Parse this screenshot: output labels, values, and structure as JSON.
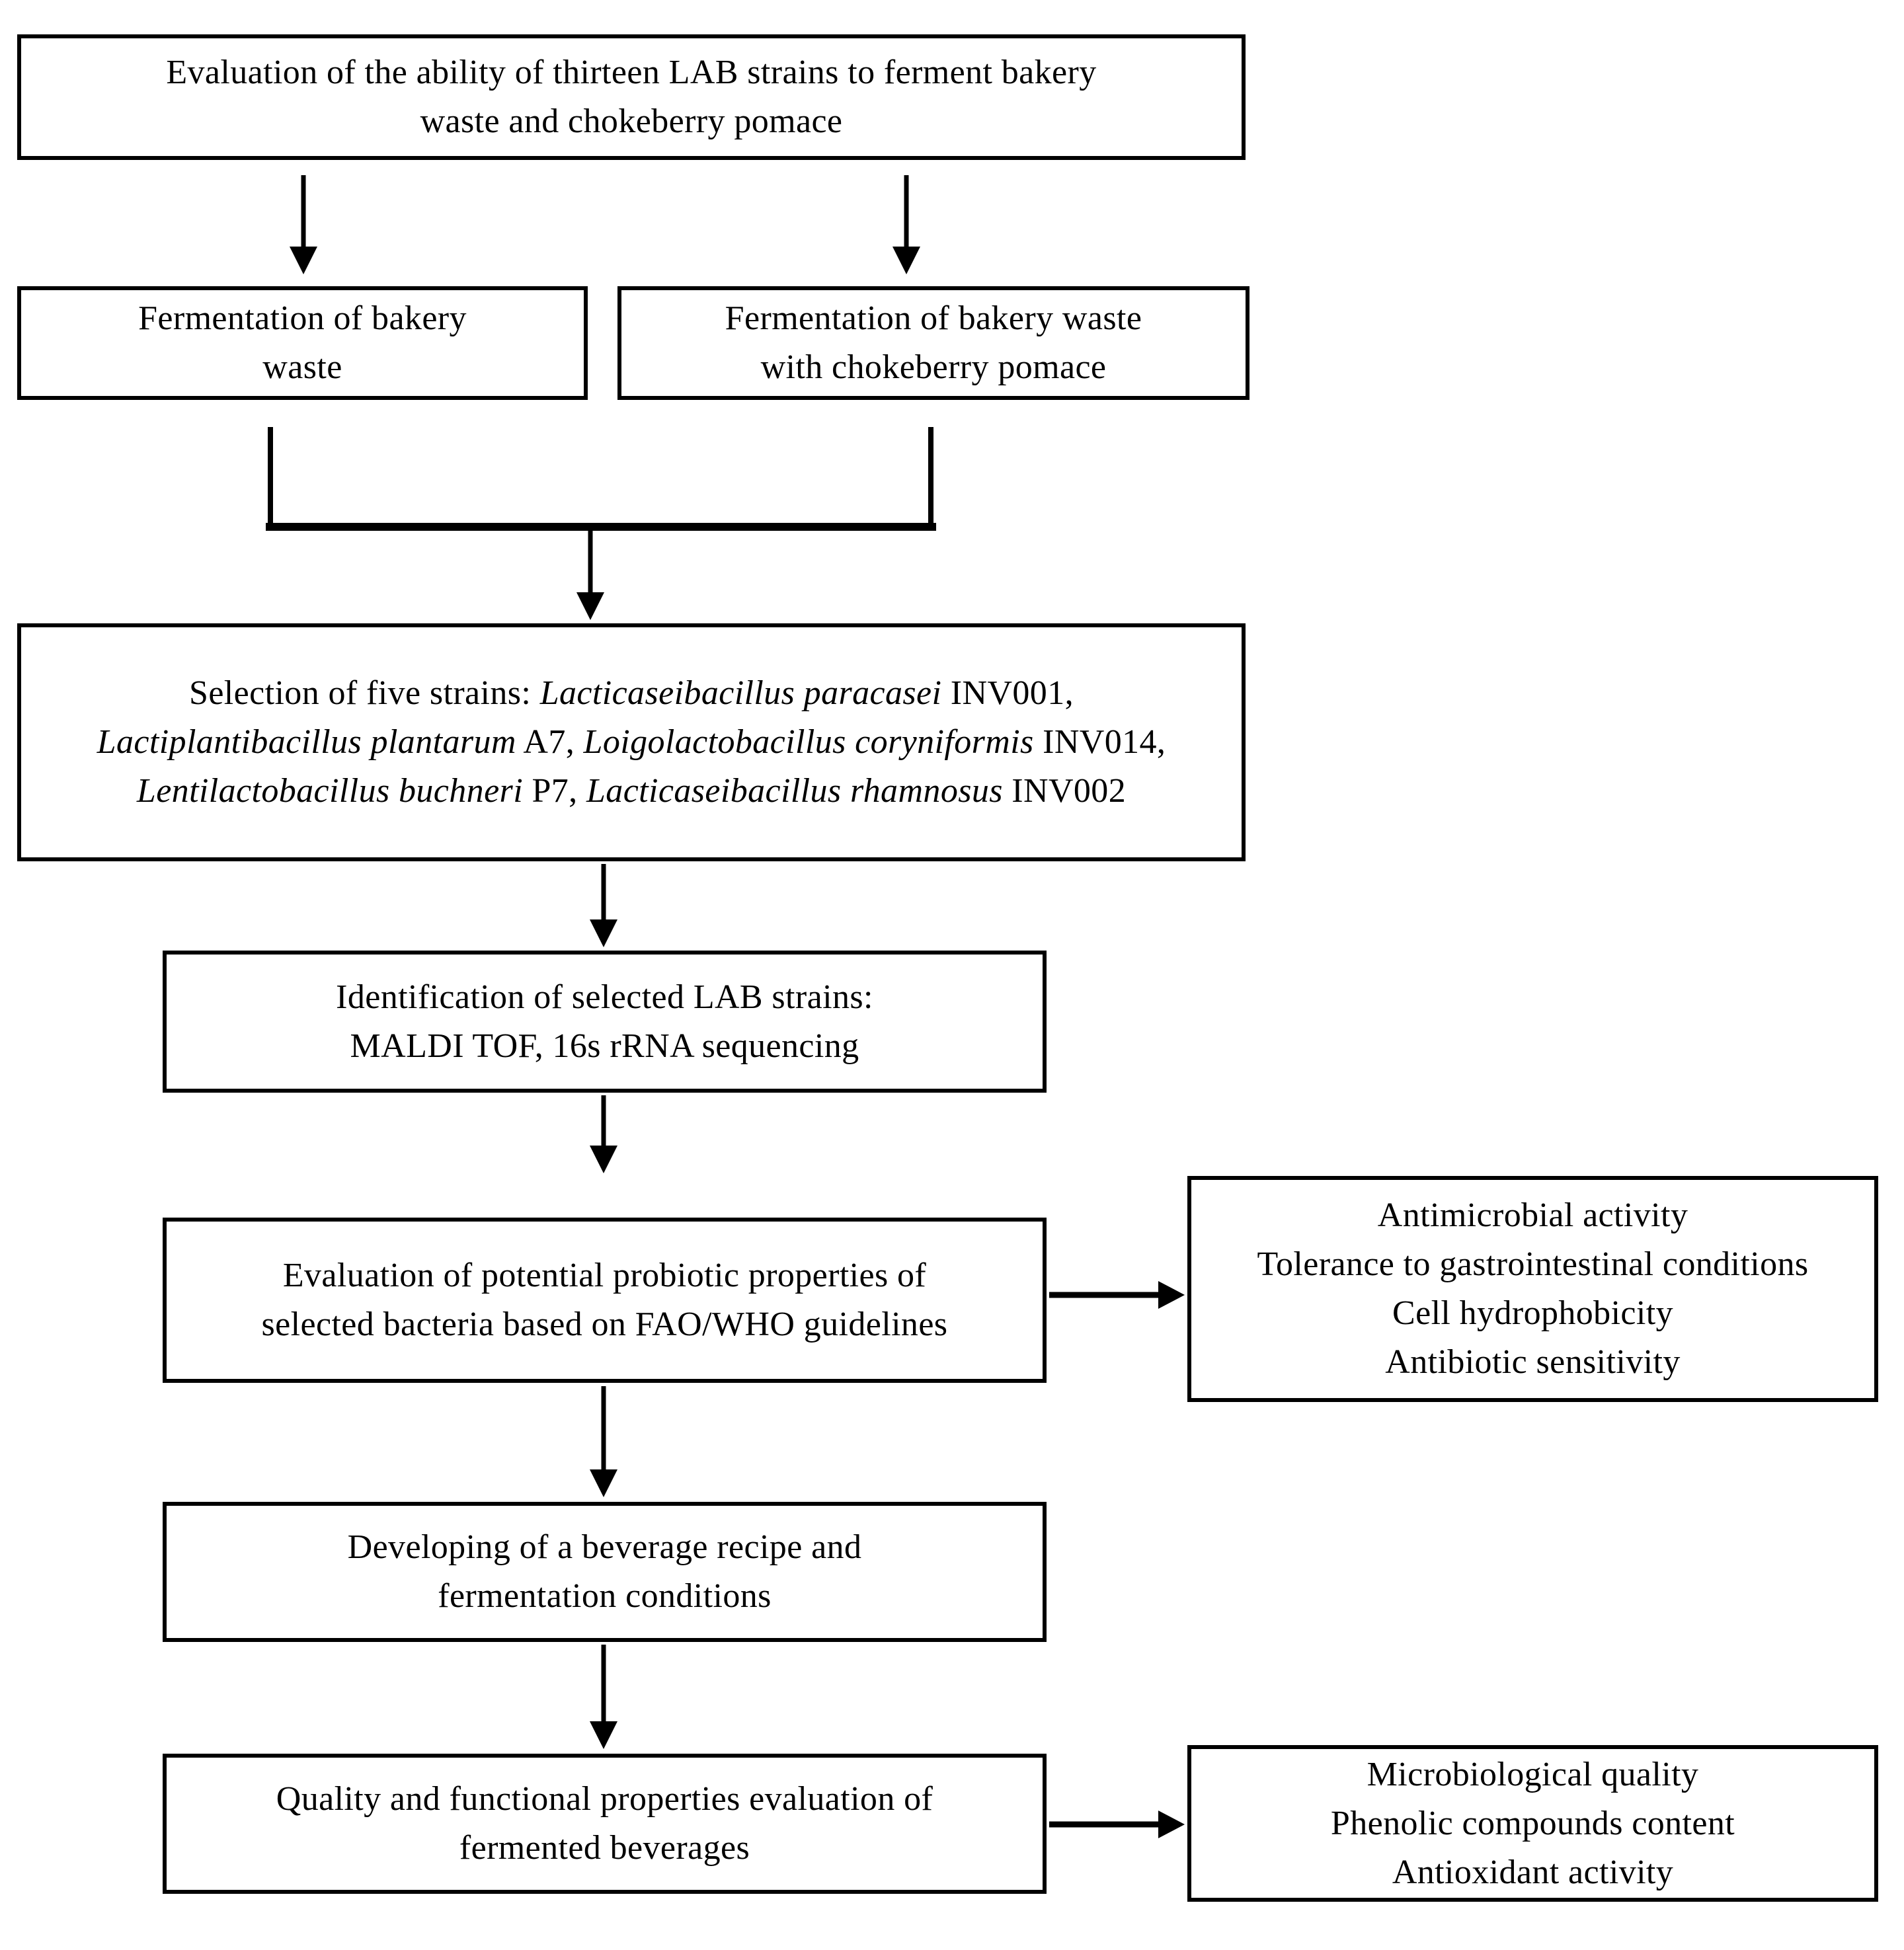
{
  "figure": {
    "type": "flowchart",
    "background_color": "#ffffff",
    "line_color": "#000000",
    "boxes": {
      "ability_evaluation": {
        "lines": [
          "Evaluation of the ability of thirteen LAB strains to ferment bakery",
          "waste and chokeberry pomace"
        ]
      },
      "fermentation_bakery": {
        "lines": [
          "Fermentation of bakery",
          "waste"
        ]
      },
      "fermentation_chokeberry": {
        "lines": [
          "Fermentation of bakery waste",
          "with chokeberry pomace"
        ]
      },
      "selection": {
        "line1": [
          {
            "text": "Selection of five strains: ",
            "italic": false
          },
          {
            "text": "Lacticaseibacillus paracasei",
            "italic": true
          },
          {
            "text": " INV001,",
            "italic": false
          }
        ],
        "line2": [
          {
            "text": "Lactiplantibacillus plantarum",
            "italic": true
          },
          {
            "text": " A7, ",
            "italic": false
          },
          {
            "text": "Loigolactobacillus coryniformis",
            "italic": true
          },
          {
            "text": " INV014,",
            "italic": false
          }
        ],
        "line3": [
          {
            "text": "Lentilactobacillus buchneri",
            "italic": true
          },
          {
            "text": " P7, ",
            "italic": false
          },
          {
            "text": "Lacticaseibacillus rhamnosus",
            "italic": true
          },
          {
            "text": " INV002",
            "italic": false
          }
        ]
      },
      "identification": {
        "lines": [
          "Identification of selected LAB strains:",
          "MALDI TOF, 16s rRNA sequencing"
        ]
      },
      "probiotic_evaluation": {
        "lines": [
          "Evaluation of potential probiotic properties of",
          "selected bacteria based on FAO/WHO guidelines"
        ]
      },
      "probiotic_tests": {
        "lines": [
          "Antimicrobial activity",
          "Tolerance to gastrointestinal conditions",
          "Cell hydrophobicity",
          "Antibiotic sensitivity"
        ]
      },
      "beverage_development": {
        "lines": [
          "Developing of a beverage recipe and",
          "fermentation conditions"
        ]
      },
      "quality_evaluation": {
        "lines": [
          "Quality and functional properties evaluation of",
          "fermented beverages"
        ]
      },
      "quality_tests": {
        "lines": [
          "Microbiological quality",
          "Phenolic compounds content",
          "Antioxidant activity"
        ]
      }
    }
  }
}
